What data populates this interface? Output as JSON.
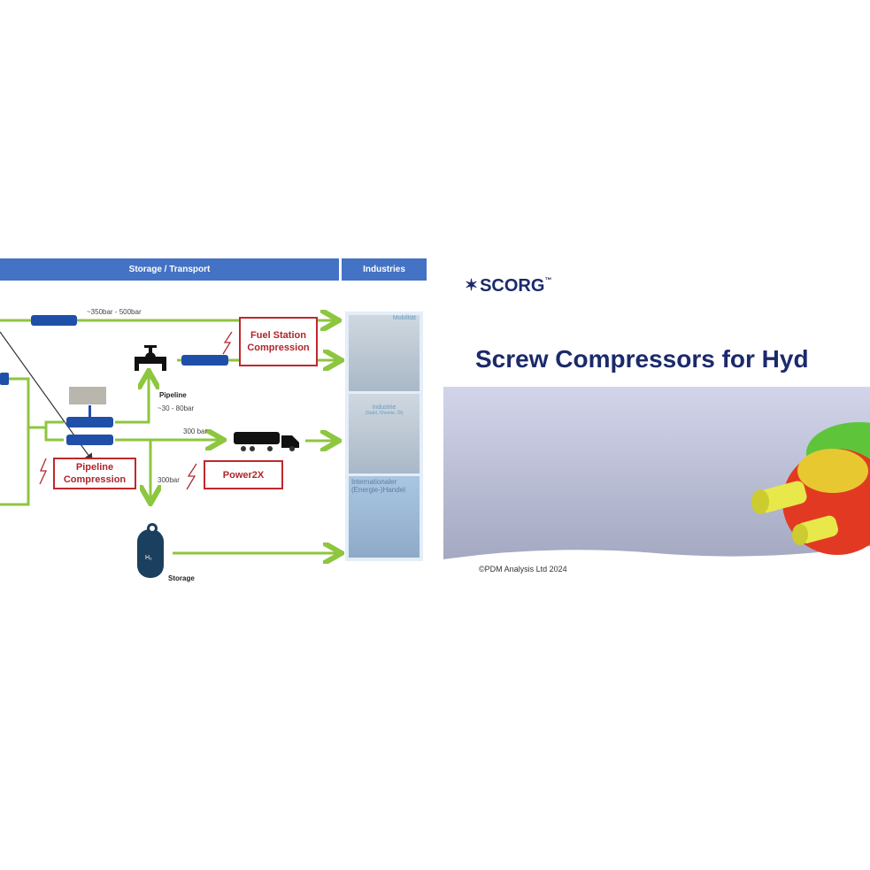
{
  "diagram": {
    "header": {
      "storage_transport": "Storage / Transport",
      "industries": "Industries"
    },
    "labels": {
      "top_pressure": "~350bar - 500bar",
      "pipeline": "Pipeline",
      "pipeline_pressure": "~30 - 80bar",
      "truck_pressure": "300 bar",
      "storage_pressure": "300bar",
      "storage": "Storage",
      "tank_label": "H₂"
    },
    "boxes": {
      "fuel_station": "Fuel Station Compression",
      "pipeline_compression": "Pipeline Compression",
      "power2x": "Power2X"
    },
    "industries": [
      {
        "label": "Mobilität"
      },
      {
        "label": "Industrie",
        "sub": "(Stahl, Chemie, Öl)"
      },
      {
        "label": "Internationaler (Energie-)Handel"
      }
    ],
    "colors": {
      "header": "#4472c4",
      "arrow": "#8dc63f",
      "box": "#c0282d"
    }
  },
  "slide": {
    "logo": "SCORG",
    "logo_tm": "™",
    "title": "Screw Compressors for Hyd",
    "copyright": "©PDM Analysis Ltd 2024",
    "colors": {
      "title": "#1b2a6b"
    }
  }
}
